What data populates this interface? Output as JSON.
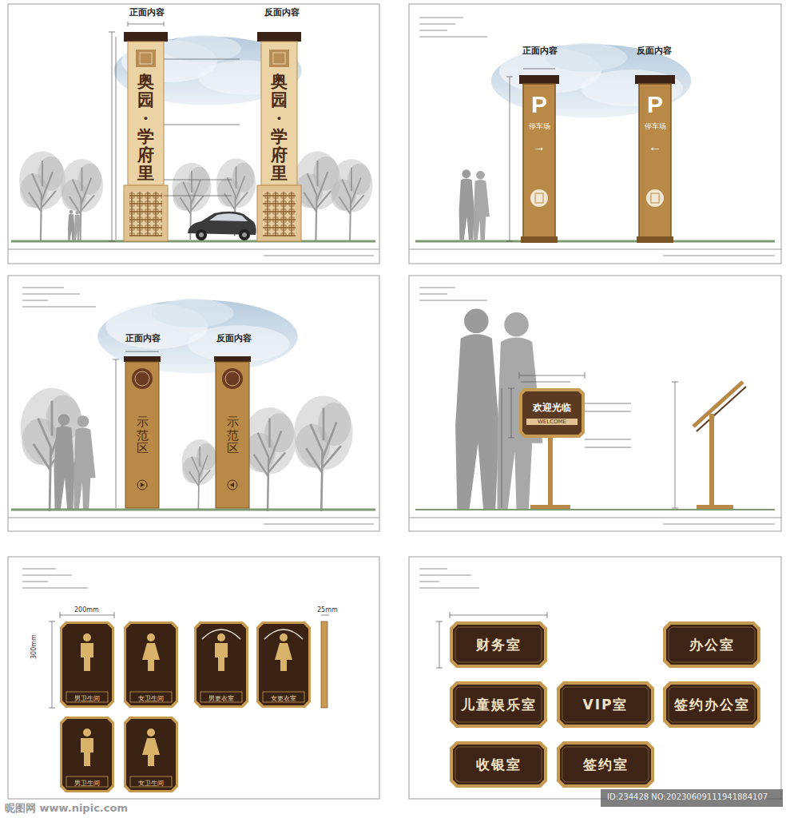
{
  "diagram": {
    "nodes": [
      {
        "text": [
          "奥园·学府里"
        ]
      },
      {
        "text": [
          "奥园·学府里"
        ]
      },
      {
        "text": [
          "P",
          "停车场",
          "→"
        ]
      },
      {
        "text": [
          "P",
          "停车场",
          "←"
        ]
      },
      {
        "text": [
          "示范区"
        ]
      },
      {
        "text": [
          "示范区"
        ]
      },
      {
        "text": [
          "欢迎光临",
          "WELCOME"
        ]
      },
      {
        "text": [
          "男卫生间"
        ]
      },
      {
        "text": [
          "女卫生间"
        ]
      },
      {
        "text": [
          "男更衣室"
        ]
      },
      {
        "text": [
          "女更衣室"
        ]
      },
      {
        "text": [
          "男卫生间"
        ]
      },
      {
        "text": [
          "女卫生间"
        ]
      },
      {
        "text": [
          "财务室"
        ]
      },
      {
        "text": [
          "办公室"
        ]
      },
      {
        "text": [
          "儿童娱乐室"
        ]
      },
      {
        "text": [
          "VIP室"
        ]
      },
      {
        "text": [
          "签约办公室"
        ]
      },
      {
        "text": [
          "收银室"
        ]
      },
      {
        "text": [
          "签约室"
        ]
      }
    ],
    "labels": [
      "正面内容",
      "反面内容",
      "正面内容",
      "反面内容",
      "正面内容",
      "反面内容",
      "200mm",
      "300mm",
      "25mm",
      "昵图网 www.nipic.com",
      "ID:234428 NO:20230609111941884107"
    ]
  }
}
